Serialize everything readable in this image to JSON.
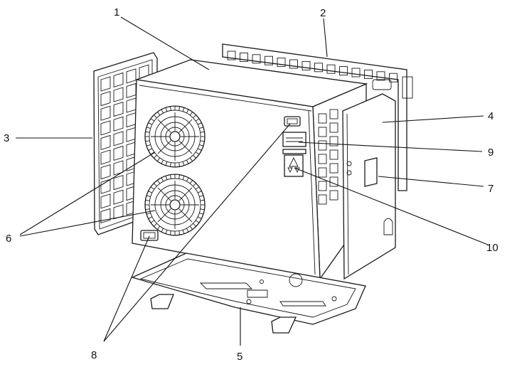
{
  "diagram": {
    "callouts": [
      {
        "id": "c1",
        "label": "1"
      },
      {
        "id": "c2",
        "label": "2"
      },
      {
        "id": "c3",
        "label": "3"
      },
      {
        "id": "c4",
        "label": "4"
      },
      {
        "id": "c5",
        "label": "5"
      },
      {
        "id": "c6",
        "label": "6"
      },
      {
        "id": "c7",
        "label": "7"
      },
      {
        "id": "c8",
        "label": "8"
      },
      {
        "id": "c9",
        "label": "9"
      },
      {
        "id": "c10",
        "label": "10"
      }
    ],
    "icons": [
      "grille-icon",
      "fan-icon",
      "logo-icon",
      "label-plate-icon"
    ]
  }
}
